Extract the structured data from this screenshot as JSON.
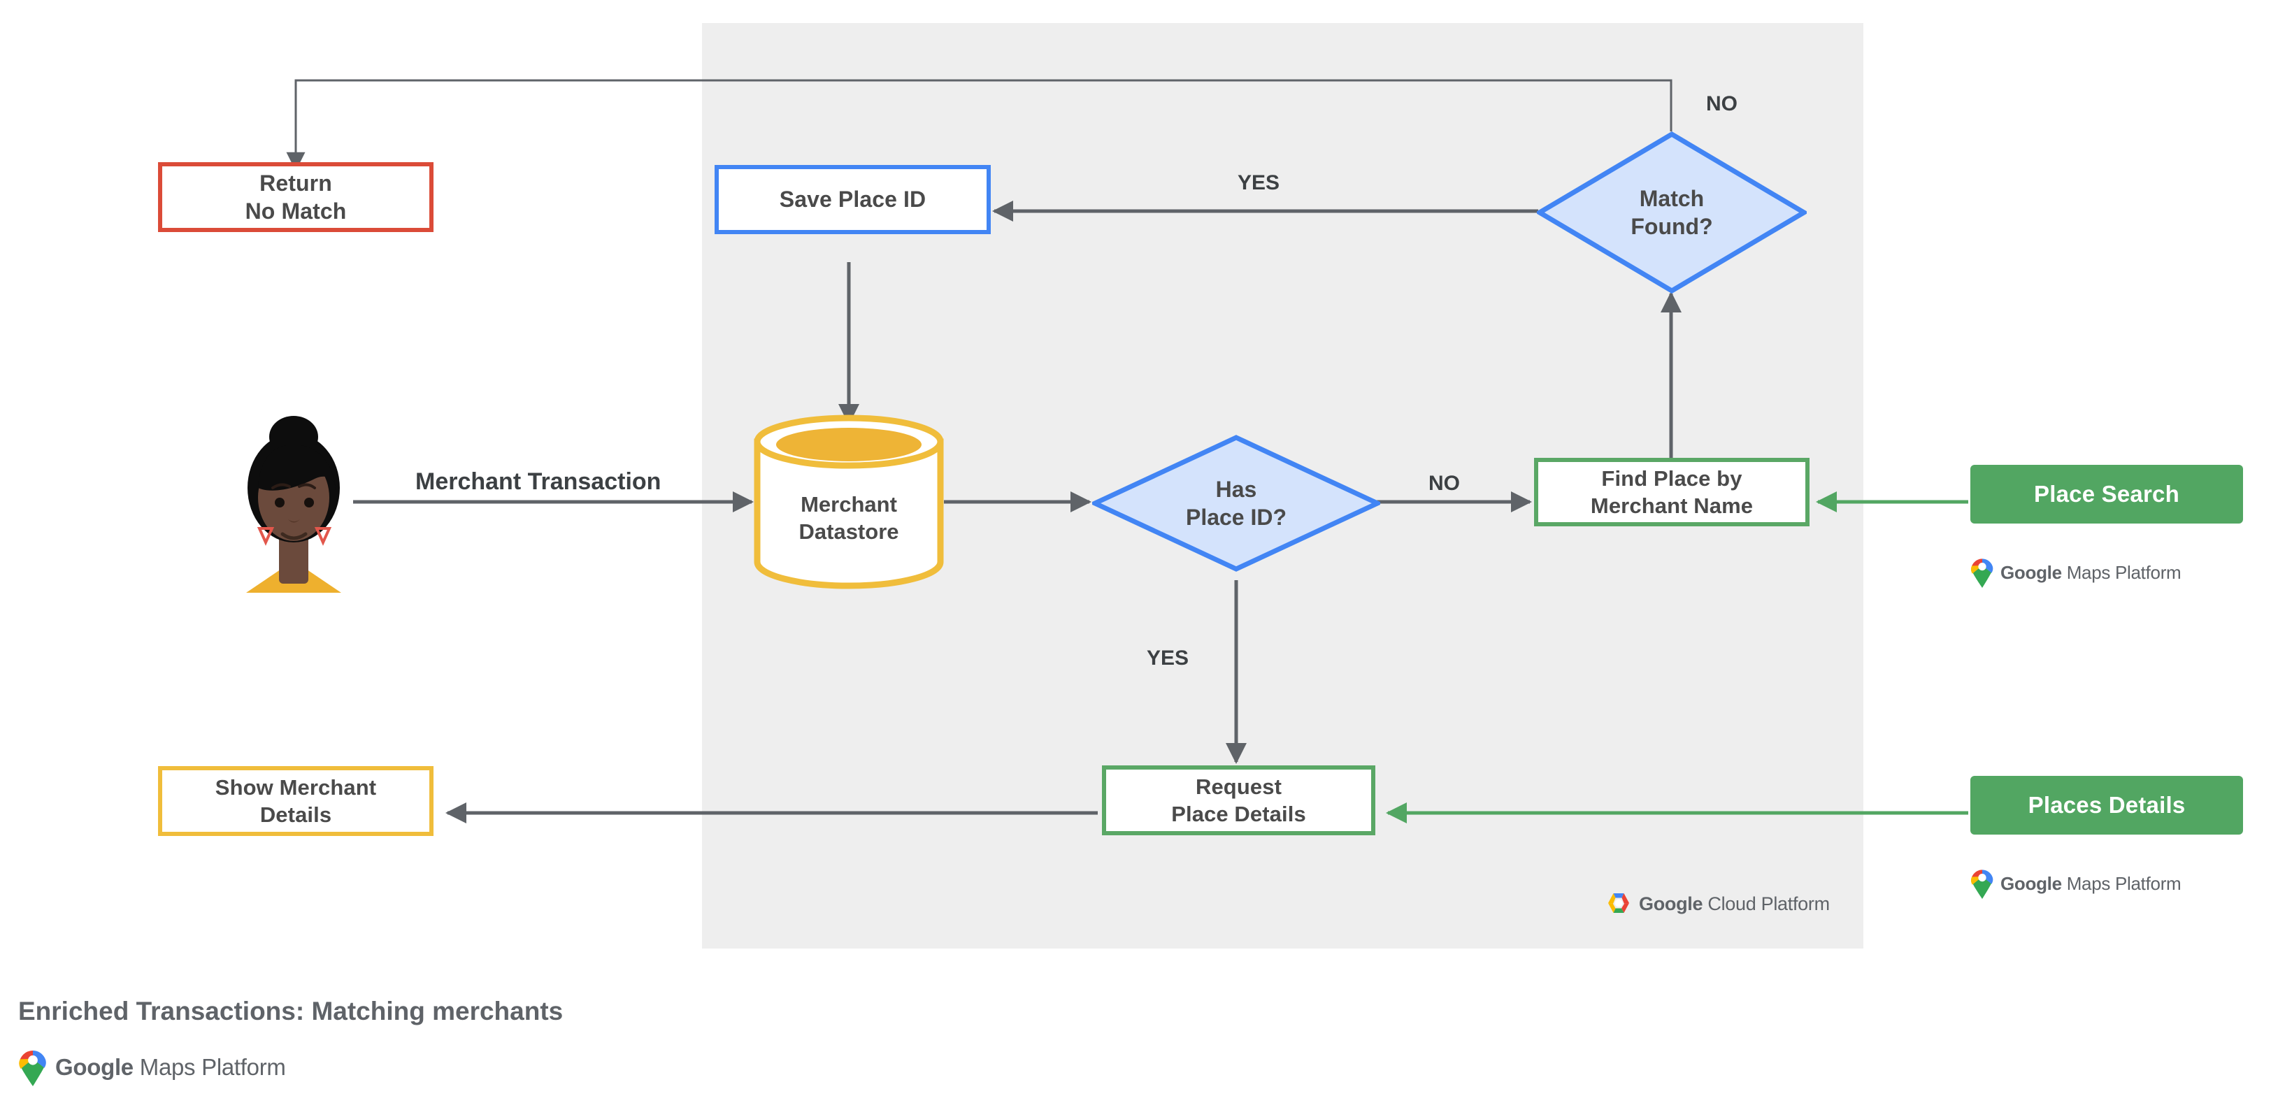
{
  "diagram": {
    "caption": "Enriched Transactions: Matching merchants",
    "brand_footer": {
      "word_bold": "Google",
      "word_thin": "Maps Platform",
      "icon": "google-maps-pin-icon"
    },
    "platform_panel": {
      "label_bold": "Google",
      "label_thin": "Cloud Platform",
      "icon": "google-cloud-hexagon-icon"
    }
  },
  "actor": {
    "name": "merchant-customer-avatar",
    "alt": "Illustrated person avatar"
  },
  "nodes": {
    "return_no_match": {
      "line1": "Return",
      "line2": "No Match",
      "color": "#db4b38"
    },
    "save_place_id": {
      "line1": "Save Place ID",
      "line2": "",
      "color": "#4285f4"
    },
    "match_found": {
      "line1": "Match",
      "line2": "Found?",
      "color": "#4285f4",
      "fill": "#d4e3fc"
    },
    "merchant_datastore": {
      "line1": "Merchant",
      "line2": "Datastore",
      "color": "#f0bd3b"
    },
    "has_place_id": {
      "line1": "Has",
      "line2": "Place ID?",
      "color": "#4285f4",
      "fill": "#d4e3fc"
    },
    "find_place": {
      "line1": "Find Place by",
      "line2": "Merchant Name",
      "color": "#5aa765"
    },
    "request_place_details": {
      "line1": "Request",
      "line2": "Place Details",
      "color": "#5aa765"
    },
    "show_merchant_details": {
      "line1": "Show Merchant",
      "line2": "Details",
      "color": "#f0bd3b"
    }
  },
  "api_chips": {
    "place_search": {
      "label": "Place Search",
      "color": "#52a662"
    },
    "places_details": {
      "label": "Places Details",
      "color": "#52a662"
    }
  },
  "edge_labels": {
    "merchant_transaction": "Merchant Transaction",
    "match_found_no": "NO",
    "match_found_yes": "YES",
    "has_place_id_no": "NO",
    "has_place_id_yes": "YES"
  },
  "colors": {
    "panel_bg": "#eeeeee",
    "wire": "#5f6368",
    "green_wire": "#52a662",
    "text": "#4a4a4a"
  }
}
